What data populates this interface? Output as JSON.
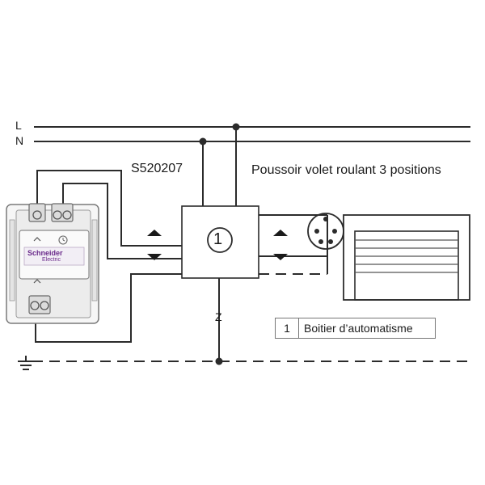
{
  "lines": {
    "live": "L",
    "neutral": "N",
    "z": "Z"
  },
  "product_code": "S520207",
  "pusher_title": "Poussoir volet roulant 3 positions",
  "module_number": "1",
  "legend": {
    "number": "1",
    "text": "Boitier d’automatisme"
  },
  "device": {
    "brand": "Schneider",
    "brand_sub": "Electric"
  },
  "colors": {
    "line": "#2b2b2b",
    "device": "#7a7a7a",
    "brand": "#6a2a8a"
  }
}
